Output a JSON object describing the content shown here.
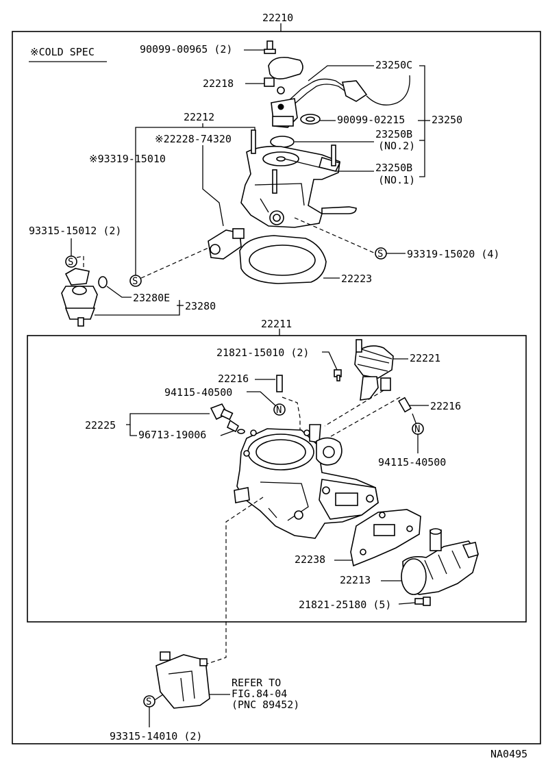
{
  "header": {
    "assembly_number": "22210",
    "figure_code": "NA0495"
  },
  "note": {
    "cold_spec": "※COLD SPEC"
  },
  "callouts": {
    "c_90099_00965": "90099-00965 (2)",
    "c_22218": "22218",
    "c_23250C": "23250C",
    "c_90099_02215": "90099-02215",
    "c_23250": "23250",
    "c_22212": "22212",
    "c_22228_74320": "※22228-74320",
    "c_93319_15010": "※93319-15010",
    "c_23250B_1": "23250B",
    "c_no2": "(NO.2)",
    "c_23250B_2": "23250B",
    "c_no1": "(NO.1)",
    "c_93315_15012": "93315-15012 (2)",
    "c_93319_15020": "93319-15020 (4)",
    "c_22223": "22223",
    "c_23280E": "23280E",
    "c_23280": "23280",
    "c_22211": "22211",
    "c_21821_15010": "21821-15010 (2)",
    "c_22221": "22221",
    "c_22216_a": "22216",
    "c_94115_40500_a": "94115-40500",
    "c_22216_b": "22216",
    "c_22225": "22225",
    "c_96713_19006": "96713-19006",
    "c_94115_40500_b": "94115-40500",
    "c_22238": "22238",
    "c_22213": "22213",
    "c_21821_25180": "21821-25180 (5)",
    "c_refer_1": "REFER TO",
    "c_refer_2": "FIG.84-04",
    "c_refer_3": "(PNC 89452)",
    "c_93315_14010": "93315-14010 (2)"
  },
  "symbols": {
    "s_mark": "S",
    "n_mark": "N"
  },
  "icons": [
    "bolt-icon",
    "valve-icon",
    "hose-icon",
    "gasket-icon",
    "throttle-body-icon",
    "sensor-icon",
    "actuator-icon",
    "motor-icon",
    "bracket-icon"
  ]
}
